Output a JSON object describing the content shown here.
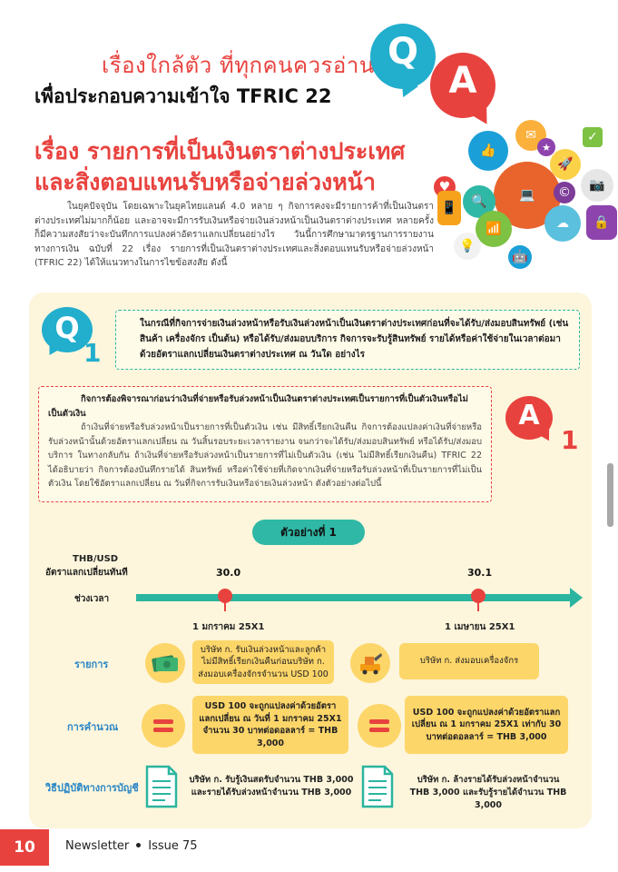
{
  "header": {
    "subtitle": "เรื่องใกล้ตัว ที่ทุกคนควรอ่าน",
    "title": "เพื่อประกอบความเข้าใจ TFRIC 22",
    "q_letter": "Q",
    "a_letter": "A"
  },
  "article": {
    "title_line1": "เรื่อง รายการที่เป็นเงินตราต่างประเทศ",
    "title_line2": "และสิ่งตอบแทนรับหรือจ่ายล่วงหน้า",
    "intro": "ในยุคปัจจุบัน โดยเฉพาะในยุคไทยแลนด์ 4.0 หลาย ๆ กิจการคงจะมีรายการค้าที่เป็นเงินตราต่างประเทศไม่มากก็น้อย และอาจจะมีการรับเงินหรือจ่ายเงินล่วงหน้าเป็นเงินตราต่างประเทศ หลายครั้งก็มีความสงสัยว่าจะบันทึกการแปลงค่าอัตราแลกเปลี่ยนอย่างไร วันนี้การศึกษามาตรฐานการรายงานทางการเงิน ฉบับที่ 22 เรื่อง รายการที่เป็นเงินตราต่างประเทศและสิ่งตอบแทนรับหรือจ่ายล่วงหน้า (TFRIC 22) ได้ให้แนวทางในการไขข้อสงสัย ดังนี้"
  },
  "question": {
    "letter": "Q",
    "number": "1",
    "text": "ในกรณีที่กิจการจ่ายเงินล่วงหน้าหรือรับเงินล่วงหน้าเป็นเงินตราต่างประเทศก่อนที่จะได้รับ/ส่งมอบสินทรัพย์ (เช่น สินค้า เครื่องจักร เป็นต้น) หรือได้รับ/ส่งมอบบริการ กิจการจะรับรู้สินทรัพย์ รายได้หรือค่าใช้จ่ายในเวลาต่อมาด้วยอัตราแลกเปลี่ยนเงินตราต่างประเทศ ณ วันใด อย่างไร"
  },
  "answer": {
    "letter": "A",
    "number": "1",
    "lead": "กิจการต้องพิจารณาก่อนว่าเงินที่จ่ายหรือรับล่วงหน้าเป็นเงินตราต่างประเทศเป็นรายการที่เป็นตัวเงินหรือไม่เป็นตัวเงิน",
    "body": "ถ้าเงินที่จ่ายหรือรับล่วงหน้าเป็นรายการที่เป็นตัวเงิน เช่น มีสิทธิ์เรียกเงินคืน กิจการต้องแปลงค่าเงินที่จ่ายหรือรับล่วงหน้านั้นด้วยอัตราแลกเปลี่ยน ณ วันสิ้นรอบระยะเวลารายงาน จนกว่าจะได้รับ/ส่งมอบสินทรัพย์ หรือได้รับ/ส่งมอบบริการ ในทางกลับกัน ถ้าเงินที่จ่ายหรือรับล่วงหน้าเป็นรายการที่ไม่เป็นตัวเงิน (เช่น ไม่มีสิทธิ์เรียกเงินคืน) TFRIC 22 ได้อธิบายว่า กิจการต้องบันทึกรายได้ สินทรัพย์ หรือค่าใช้จ่ายที่เกิดจากเงินที่จ่ายหรือรับล่วงหน้าที่เป็นรายการที่ไม่เป็นตัวเงิน โดยใช้อัตราแลกเปลี่ยน ณ วันที่กิจการรับเงินหรือจ่ายเงินล่วงหน้า ดังตัวอย่างต่อไปนี้"
  },
  "example": {
    "label": "ตัวอย่างที่ 1",
    "rate_label_1": "THB/USD",
    "rate_label_2": "อัตราแลกเปลี่ยนทันที",
    "time_label": "ช่วงเวลา",
    "rate_1": "30.0",
    "rate_2": "30.1",
    "date_1": "1 มกราคม 25X1",
    "date_2": "1 เมษายน 25X1",
    "row_transaction": "รายการ",
    "row_calc": "การคำนวณ",
    "row_accounting": "วิธีปฏิบัติทางการบัญชี",
    "tx_1": "บริษัท ก. รับเงินล่วงหน้าและลูกค้าไม่มีสิทธิ์เรียกเงินคืนก่อนบริษัท ก. ส่งมอบเครื่องจักรจำนวน USD 100",
    "tx_2": "บริษัท ก. ส่งมอบเครื่องจักร",
    "calc_1": "USD 100 จะถูกแปลงค่าด้วยอัตราแลกเปลี่ยน ณ วันที่ 1 มกราคม 25X1 จำนวน 30 บาทต่อดอลลาร์ = THB 3,000",
    "calc_2": "USD 100 จะถูกแปลงค่าด้วยอัตราแลกเปลี่ยน ณ 1 มกราคม 25X1 เท่ากับ 30 บาทต่อดอลลาร์ = THB 3,000",
    "acct_1_line1": "บริษัท ก. รับรู้เงินสดรับจำนวน THB 3,000",
    "acct_1_line2": "และรายได้รับล่วงหน้าจำนวน THB 3,000",
    "acct_2_line1": "บริษัท ก. ล้างรายได้รับล่วงหน้าจำนวน",
    "acct_2_line2": "THB 3,000 และรับรู้รายได้จำนวน THB 3,000"
  },
  "footer": {
    "page_number": "10",
    "publication": "Newsletter",
    "issue": "Issue 75"
  },
  "colors": {
    "accent_red": "#e8423e",
    "accent_teal": "#2bb5a0",
    "accent_blue": "#22aecd",
    "panel_bg": "#fdf6dc",
    "box_yellow": "#fdd66a"
  }
}
